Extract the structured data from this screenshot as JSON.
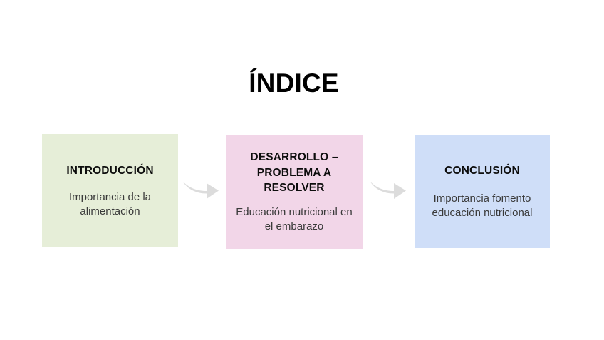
{
  "slide": {
    "title": "ÍNDICE",
    "background_color": "#ffffff"
  },
  "flow": {
    "steps": [
      {
        "id": "introduccion",
        "heading": "INTRODUCCIÓN",
        "body": "Importancia de la alimentación",
        "background_color": "#e6eed8"
      },
      {
        "id": "desarrollo",
        "heading": "DESARROLLO – PROBLEMA A RESOLVER",
        "body": "Educación nutricional en el embarazo",
        "background_color": "#f2d6e8"
      },
      {
        "id": "conclusion",
        "heading": "CONCLUSIÓN",
        "body": "Importancia fomento educación nutricional",
        "background_color": "#cfdef8"
      }
    ],
    "connectors": [
      {
        "id": "arrow-one",
        "icon": "curved-arrow-right-icon",
        "color": "#dcdcdc"
      },
      {
        "id": "arrow-two",
        "icon": "curved-arrow-right-icon",
        "color": "#dcdcdc"
      }
    ]
  },
  "colors": {
    "heading_text": "#0d0d0d",
    "body_text": "#3a3a3a",
    "title_text": "#000000",
    "arrow_fill": "#dcdcdc"
  }
}
